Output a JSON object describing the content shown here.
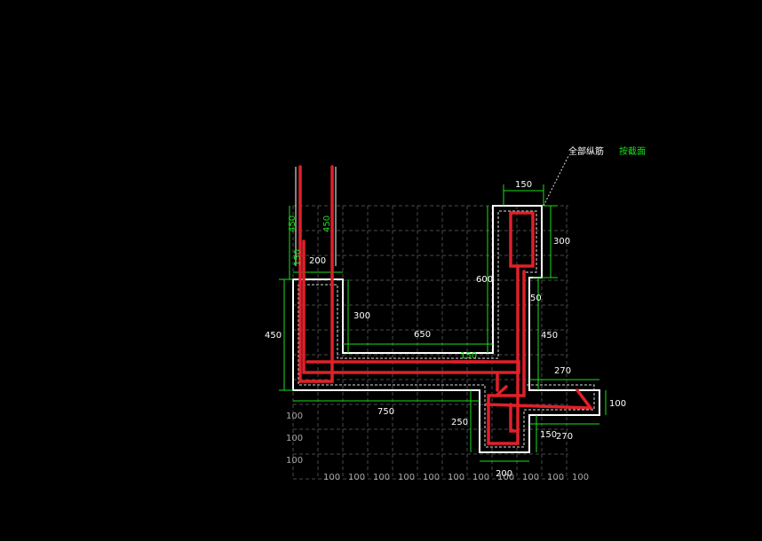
{
  "legend": {
    "all_rebar_label": "全部纵筋",
    "section_label": "按截面"
  },
  "dimensions": {
    "top_width": "150",
    "top_height": "300",
    "upper_right_height": "600",
    "small_50": "50",
    "right_height": "450",
    "left_height": "450",
    "left_top_width": "200",
    "left_inner_height": "300",
    "middle_span": "650",
    "center_width": "150",
    "bottom_left_span": "750",
    "right_arm_width": "270",
    "right_arm_height": "100",
    "lower_right_width": "270",
    "lower_right_height": "150",
    "bottom_leg_height": "250",
    "bottom_leg_width": "200",
    "column_450_a": "450",
    "column_450_b": "450",
    "column_150": "150"
  },
  "grid_ticks": {
    "bottom": [
      "100",
      "100",
      "100",
      "100",
      "100",
      "100",
      "100",
      "100",
      "100",
      "100",
      "100"
    ],
    "left": [
      "100",
      "100",
      "100"
    ]
  },
  "colors": {
    "background": "#000000",
    "outline": "#ffffff",
    "rebar": "#e0202a",
    "dimension": "#19e019",
    "grid": "#5a5a5a",
    "text": "#ffffff"
  }
}
